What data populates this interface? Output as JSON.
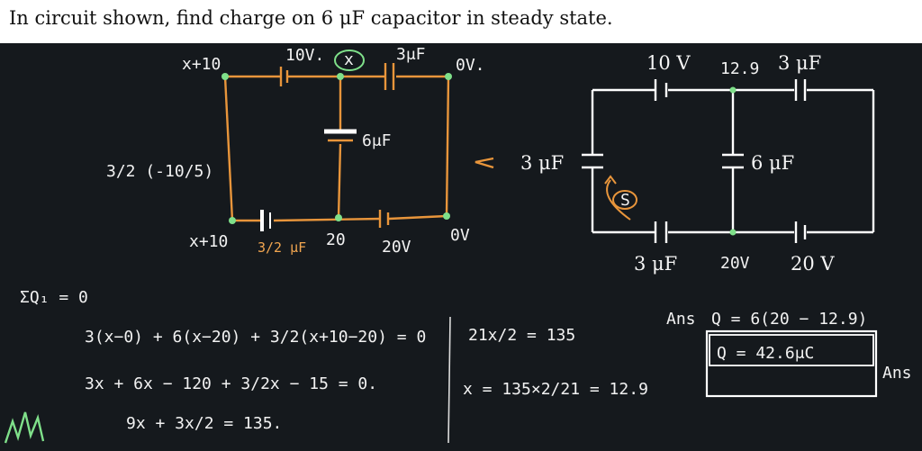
{
  "question": "In circuit shown, find charge on 6 μF capacitor in steady state.",
  "left_circuit": {
    "node_top_left": "x+10",
    "voltage_10": "10V.",
    "node_x": "x",
    "cap_top": "3μF",
    "node_top_right": "0V.",
    "cap_middle": "6μF",
    "node_bottom_left": "x+10",
    "cap_bottom": "3/2 μF",
    "node_20": "20",
    "voltage_20": "20V",
    "node_bottom_right": "0V",
    "side_note": "3/2 (-10/5)"
  },
  "right_circuit": {
    "voltage_10": "10 V",
    "node_value": "12.9",
    "cap_top_right": "3 μF",
    "cap_left": "3 μF",
    "cap_middle": "6 μF",
    "switch_label": "S",
    "cap_bottom_left": "3 μF",
    "node_bottom": "20V",
    "voltage_20": "20 V"
  },
  "work": {
    "sum_line": "ΣQ₁ = 0",
    "eq1": "3(x−0) + 6(x−20) + 3/2(x+10−20) = 0",
    "eq2": "3x + 6x − 120 + 3/2x − 15 = 0.",
    "eq3": "9x + 3x/2 = 135.",
    "eq4": "21x/2 = 135",
    "eq5": "x = 135×2/21 = 12.9",
    "ans_label": "Ans",
    "ans1": "Q = 6(20 − 12.9)",
    "ans2": "Q = 42.6μC",
    "ans_tag": "Ans"
  },
  "colors": {
    "board": "#15191d",
    "orange_wire": "#e8953b",
    "green_node": "#7fe08a"
  }
}
